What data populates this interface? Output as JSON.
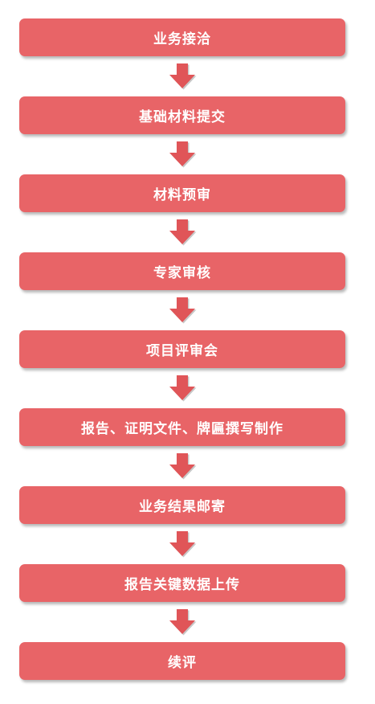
{
  "steps": [
    {
      "label": "业务接洽"
    },
    {
      "label": "基础材料提交"
    },
    {
      "label": "材料预审"
    },
    {
      "label": "专家审核"
    },
    {
      "label": "项目评审会"
    },
    {
      "label": "报告、证明文件、牌匾撰写制作"
    },
    {
      "label": "业务结果邮寄"
    },
    {
      "label": "报告关键数据上传"
    },
    {
      "label": "续评"
    }
  ],
  "colors": {
    "step_fill": "#e86467",
    "step_text": "#ffffff",
    "arrow_fill": "#e05558"
  },
  "icons": {
    "connector": "down-arrow-icon"
  }
}
